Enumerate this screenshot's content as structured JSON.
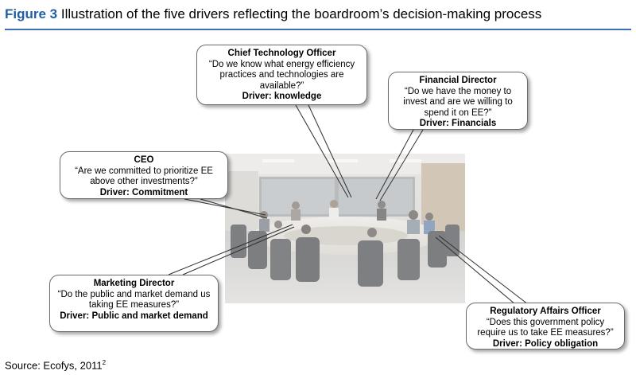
{
  "figure": {
    "label": "Figure 3",
    "title": "Illustration of the five drivers reflecting the boardroom’s decision-making process"
  },
  "bubbles": [
    {
      "id": "cto",
      "role": "Chief Technology Officer",
      "quote": "“Do we know what energy efficiency practices and technologies are available?”",
      "driver": "Driver: knowledge"
    },
    {
      "id": "financial-director",
      "role": "Financial Director",
      "quote": "“Do we have the money to invest and are we willing to spend it on EE?”",
      "driver": "Driver: Financials"
    },
    {
      "id": "ceo",
      "role": "CEO",
      "quote": "“Are we committed to prioritize EE above other investments?”",
      "driver": "Driver: Commitment"
    },
    {
      "id": "marketing-director",
      "role": "Marketing Director",
      "quote": "“Do the public and market demand us taking EE measures?”",
      "driver": "Driver: Public and market demand"
    },
    {
      "id": "regulatory-affairs-officer",
      "role": "Regulatory Affairs Officer",
      "quote": "“Does this government policy require us to take EE measures?”",
      "driver": "Driver: Policy obligation"
    }
  ],
  "source": {
    "text": "Source: Ecofys, 2011",
    "footnote": "2"
  }
}
